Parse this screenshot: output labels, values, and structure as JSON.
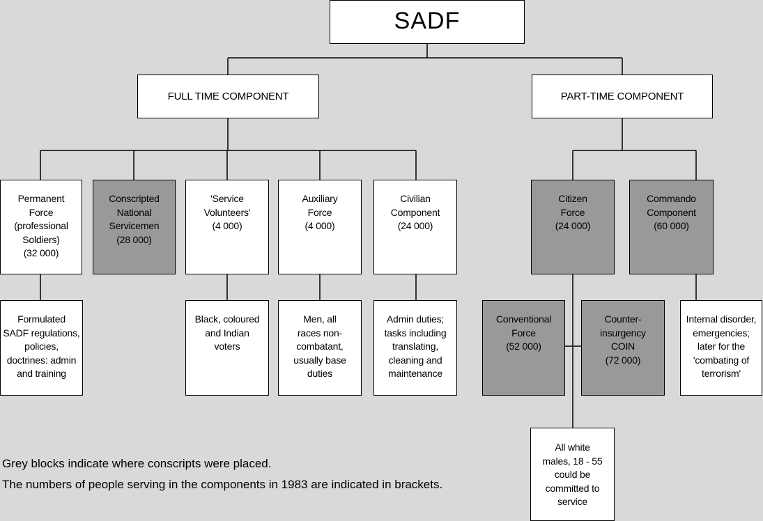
{
  "root": "SADF",
  "components": {
    "full_time": "FULL TIME COMPONENT",
    "part_time": "PART-TIME COMPONENT"
  },
  "full_time_units": {
    "permanent": "Permanent\nForce\n(professional\nSoldiers)\n(32 000)",
    "conscripted": "Conscripted\nNational\nServicemen\n(28 000)",
    "volunteers": "'Service\nVolunteers'\n(4 000)",
    "auxiliary": "Auxiliary\nForce\n(4 000)",
    "civilian": "Civilian\nComponent\n(24 000)"
  },
  "full_time_roles": {
    "permanent": "Formulated\nSADF regulations,\npolicies,\ndoctrines: admin\nand training",
    "volunteers": "Black, coloured\nand Indian\nvoters",
    "auxiliary": "Men, all\nraces non-\ncombatant,\nusually base\nduties",
    "civilian": "Admin duties;\ntasks including\ntranslating,\ncleaning and\nmaintenance"
  },
  "part_time_units": {
    "citizen": "Citizen\nForce\n(24 000)",
    "commando": "Commando\nComponent\n(60 000)"
  },
  "citizen_subunits": {
    "conventional": "Conventional\nForce\n(52 000)",
    "coin": "Counter-\ninsurgency\nCOIN\n(72 000)",
    "service": "All white\nmales, 18 - 55\ncould be\ncommitted to\nservice"
  },
  "commando_role": "Internal disorder,\nemergencies;\nlater for the\n'combating of\nterrorism'",
  "legend": {
    "line1": "Grey blocks indicate where conscripts were placed.",
    "line2": "The numbers of people serving in the components in 1983 are indicated in brackets."
  },
  "colors": {
    "background": "#d9d9d9",
    "conscript_block": "#999999",
    "plain_block": "#ffffff"
  }
}
